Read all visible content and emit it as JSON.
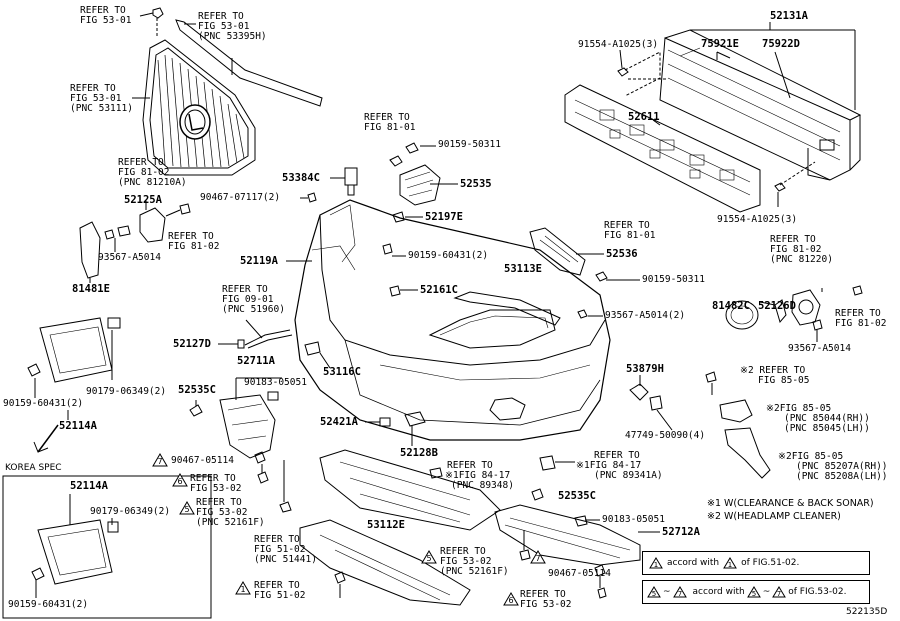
{
  "parts": [
    {
      "id": "p1",
      "text": "52131A"
    },
    {
      "id": "p2",
      "text": "75921E"
    },
    {
      "id": "p3",
      "text": "75922D"
    },
    {
      "id": "p4",
      "text": "91554-A1025(3)"
    },
    {
      "id": "p5",
      "text": "52611"
    },
    {
      "id": "p6",
      "text": "91554-A1025(3)"
    },
    {
      "id": "p7",
      "text": "90159-50311"
    },
    {
      "id": "p8",
      "text": "52535"
    },
    {
      "id": "p9",
      "text": "53384C"
    },
    {
      "id": "p10",
      "text": "90467-07117(2)"
    },
    {
      "id": "p11",
      "text": "52197E"
    },
    {
      "id": "p12",
      "text": "52119A"
    },
    {
      "id": "p13",
      "text": "90159-60431(2)"
    },
    {
      "id": "p14",
      "text": "52125A"
    },
    {
      "id": "p15",
      "text": "93567-A5014"
    },
    {
      "id": "p16",
      "text": "81481E"
    },
    {
      "id": "p17",
      "text": "52536"
    },
    {
      "id": "p18",
      "text": "53113E"
    },
    {
      "id": "p19",
      "text": "90159-50311"
    },
    {
      "id": "p20",
      "text": "52161C"
    },
    {
      "id": "p21",
      "text": "93567-A5014(2)"
    },
    {
      "id": "p22",
      "text": "52127D"
    },
    {
      "id": "p23",
      "text": "52711A"
    },
    {
      "id": "p24",
      "text": "90183-05051"
    },
    {
      "id": "p25",
      "text": "53116C"
    },
    {
      "id": "p26",
      "text": "52535C"
    },
    {
      "id": "p27",
      "text": "90179-06349(2)"
    },
    {
      "id": "p28",
      "text": "90159-60431(2)"
    },
    {
      "id": "p29",
      "text": "52114A"
    },
    {
      "id": "p30",
      "text": "52421A"
    },
    {
      "id": "p31",
      "text": "52128B"
    },
    {
      "id": "p32",
      "text": "53879H"
    },
    {
      "id": "p33",
      "text": "47749-50090(4)"
    },
    {
      "id": "p34",
      "text": "90467-05114"
    },
    {
      "id": "p35",
      "text": "53112E"
    },
    {
      "id": "p36",
      "text": "52535C"
    },
    {
      "id": "p37",
      "text": "90183-05051"
    },
    {
      "id": "p38",
      "text": "52712A"
    },
    {
      "id": "p39",
      "text": "90467-05114"
    },
    {
      "id": "p40",
      "text": "81482C"
    },
    {
      "id": "p41",
      "text": "52126D"
    },
    {
      "id": "p42",
      "text": "93567-A5014"
    },
    {
      "id": "p43",
      "text": "52114A"
    },
    {
      "id": "p44",
      "text": "90179-06349(2)"
    },
    {
      "id": "p45",
      "text": "90159-60431(2)"
    }
  ],
  "refs": [
    {
      "id": "r1",
      "lines": [
        "REFER TO",
        "FIG 53-01"
      ]
    },
    {
      "id": "r2",
      "lines": [
        "REFER TO",
        "FIG 53-01",
        "(PNC 53395H)"
      ]
    },
    {
      "id": "r3",
      "lines": [
        "REFER TO",
        "FIG 53-01",
        "(PNC 53111)"
      ]
    },
    {
      "id": "r4",
      "lines": [
        "REFER TO",
        "FIG 81-01"
      ]
    },
    {
      "id": "r5",
      "lines": [
        "REFER TO",
        "FIG 81-02",
        "(PNC 81210A)"
      ]
    },
    {
      "id": "r6",
      "lines": [
        "REFER TO",
        "FIG 81-02"
      ]
    },
    {
      "id": "r7",
      "lines": [
        "REFER TO",
        "FIG 81-01"
      ]
    },
    {
      "id": "r8",
      "lines": [
        "REFER TO",
        "FIG 09-01",
        "(PNC 51960)"
      ]
    },
    {
      "id": "r9",
      "lines": [
        "REFER TO",
        "FIG 81-02",
        "(PNC 81220)"
      ]
    },
    {
      "id": "r10",
      "lines": [
        "REFER TO",
        "FIG 81-02"
      ]
    },
    {
      "id": "r11",
      "lines": [
        "REFER TO",
        "FIG 85-05"
      ]
    },
    {
      "id": "r12",
      "lines": [
        "FIG 85-05",
        "(PNC 85044(RH))",
        "(PNC 85045(LH))"
      ]
    },
    {
      "id": "r13",
      "lines": [
        "FIG 85-05",
        "(PNC 85207A(RH))",
        "(PNC 85208A(LH))"
      ]
    },
    {
      "id": "r14",
      "lines": [
        "REFER TO",
        "FIG 53-02"
      ]
    },
    {
      "id": "r15",
      "lines": [
        "REFER TO",
        "FIG 53-02",
        "(PNC 52161F)"
      ]
    },
    {
      "id": "r16",
      "lines": [
        "REFER TO",
        "FIG 84-17",
        "(PNC 89348)"
      ]
    },
    {
      "id": "r17",
      "lines": [
        "REFER TO",
        "FIG 84-17",
        "(PNC 89341A)"
      ]
    },
    {
      "id": "r18",
      "lines": [
        "REFER TO",
        "FIG 51-02",
        "(PNC 51441)"
      ]
    },
    {
      "id": "r19",
      "lines": [
        "REFER TO",
        "FIG 51-02"
      ]
    },
    {
      "id": "r20",
      "lines": [
        "REFER TO",
        "FIG 53-02",
        "(PNC 52161F)"
      ]
    },
    {
      "id": "r21",
      "lines": [
        "REFER TO",
        "FIG 53-02"
      ]
    }
  ],
  "markers": {
    "m1": "※2",
    "m2": "※2",
    "m3": "※2",
    "m4": "※1",
    "m5": "※1",
    "t1": "7",
    "t2": "6",
    "t3": "5",
    "t4": "1",
    "t5": "5",
    "t6": "7",
    "t7": "6"
  },
  "korea_spec": "KOREA SPEC",
  "footnotes": {
    "n1": "※1 W(CLEARANCE & BACK SONAR)",
    "n2": "※2 W(HEADLAMP CLEANER)"
  },
  "legend": {
    "row1": {
      "tri": "1",
      "pre": "accord with",
      "tri2": "1",
      "post": "of FIG.51-02."
    },
    "row2": {
      "tri": "5",
      "tilde": "~",
      "tri_b": "7",
      "pre": "accord with",
      "tri2": "5",
      "tilde2": "~",
      "tri2_b": "7",
      "post": "of FIG.53-02."
    }
  },
  "figure_id": "522135D"
}
